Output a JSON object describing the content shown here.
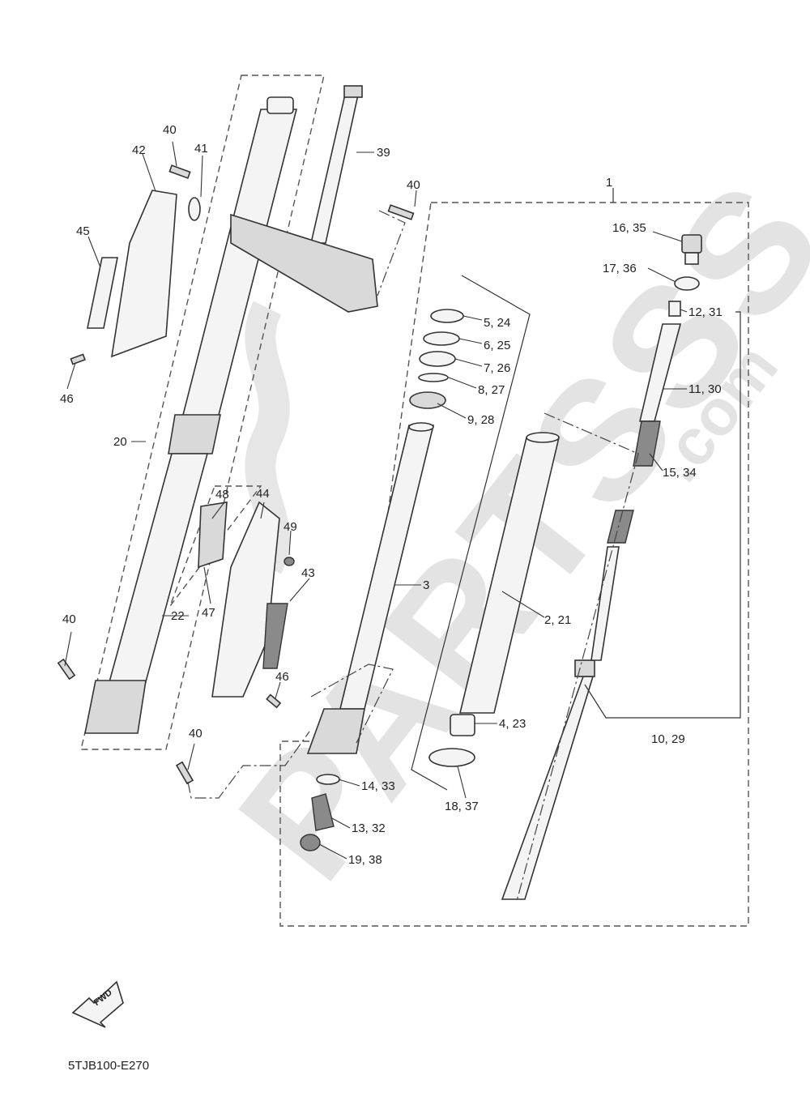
{
  "diagram": {
    "diagram_code": "5TJB100-E270",
    "watermark": {
      "text": "PARTSSS",
      "suffix": ".com"
    },
    "fwd_badge": "FWD",
    "callouts": {
      "c1": "1",
      "c2_21": "2, 21",
      "c3": "3",
      "c4_23": "4, 23",
      "c5_24": "5, 24",
      "c6_25": "6, 25",
      "c7_26": "7, 26",
      "c8_27": "8, 27",
      "c9_28": "9, 28",
      "c10_29": "10, 29",
      "c11_30": "11, 30",
      "c12_31": "12, 31",
      "c13_32": "13, 32",
      "c14_33": "14, 33",
      "c15_34": "15, 34",
      "c16_35": "16, 35",
      "c17_36": "17, 36",
      "c18_37": "18, 37",
      "c19_38": "19, 38",
      "c20": "20",
      "c22": "22",
      "c39": "39",
      "c40_a": "40",
      "c40_b": "40",
      "c40_c": "40",
      "c40_d": "40",
      "c41": "41",
      "c42": "42",
      "c43": "43",
      "c44": "44",
      "c45": "45",
      "c46_a": "46",
      "c46_b": "46",
      "c47": "47",
      "c48": "48",
      "c49": "49"
    }
  }
}
